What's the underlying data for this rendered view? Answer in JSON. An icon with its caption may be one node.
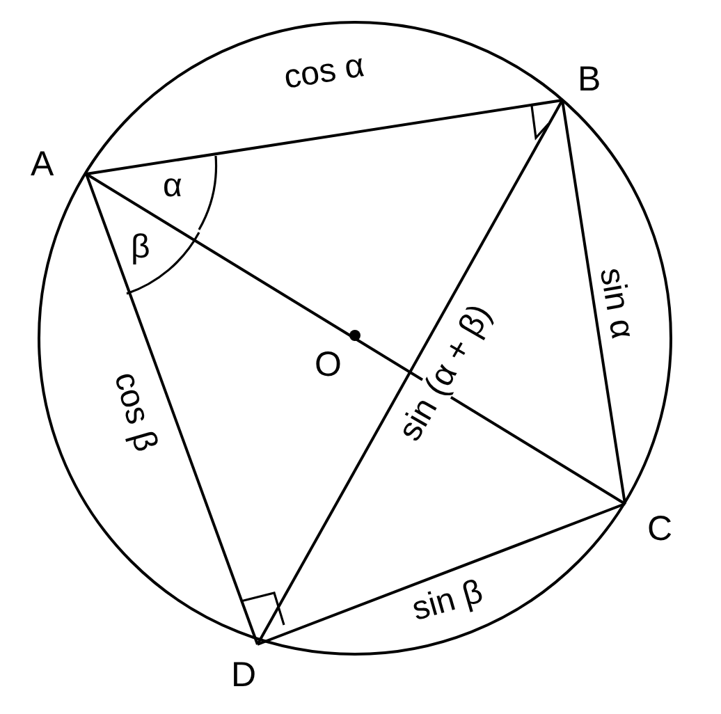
{
  "diagram": {
    "nodes": [
      {
        "text": [
          "A"
        ]
      },
      {
        "text": [
          "B"
        ]
      },
      {
        "text": [
          "C"
        ]
      },
      {
        "text": [
          "D"
        ]
      }
    ],
    "edges": [
      {
        "from": 0,
        "to": 1,
        "arrow": "none",
        "label": "cos α"
      },
      {
        "from": 1,
        "to": 2,
        "arrow": "none",
        "label": "sin α"
      },
      {
        "from": 3,
        "to": 2,
        "arrow": "none",
        "label": "sin β"
      },
      {
        "from": 0,
        "to": 3,
        "arrow": "none",
        "label": "cos β"
      },
      {
        "from": 0,
        "to": 2,
        "arrow": "none"
      },
      {
        "from": 3,
        "to": 1,
        "arrow": "none",
        "label": "sin (α + β)"
      }
    ],
    "labels": [
      "α",
      "β",
      "O"
    ]
  }
}
